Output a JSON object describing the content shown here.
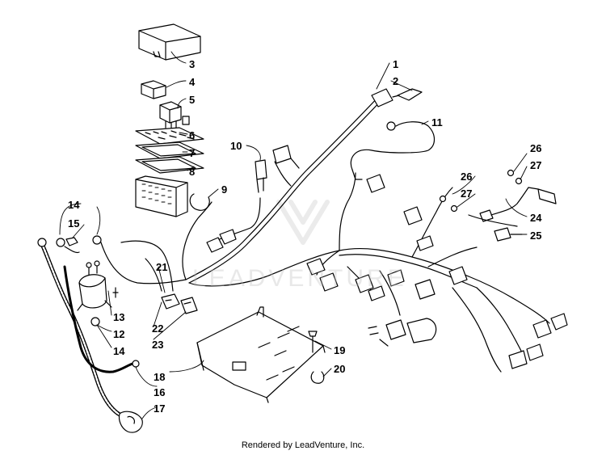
{
  "callouts": {
    "c1": "1",
    "c2": "2",
    "c3": "3",
    "c4": "4",
    "c5": "5",
    "c6": "6",
    "c7": "7",
    "c8": "8",
    "c9": "9",
    "c10": "10",
    "c11": "11",
    "c12": "12",
    "c13": "13",
    "c14a": "14",
    "c14b": "14",
    "c15": "15",
    "c16": "16",
    "c17": "17",
    "c18": "18",
    "c19": "19",
    "c20": "20",
    "c21": "21",
    "c22": "22",
    "c23": "23",
    "c24": "24",
    "c25": "25",
    "c26a": "26",
    "c26b": "26",
    "c27a": "27",
    "c27b": "27"
  },
  "watermark": "LEADVENTURE",
  "footer": "Rendered by LeadVenture, Inc.",
  "colors": {
    "line": "#000000",
    "watermark": "#c8c8c8"
  }
}
